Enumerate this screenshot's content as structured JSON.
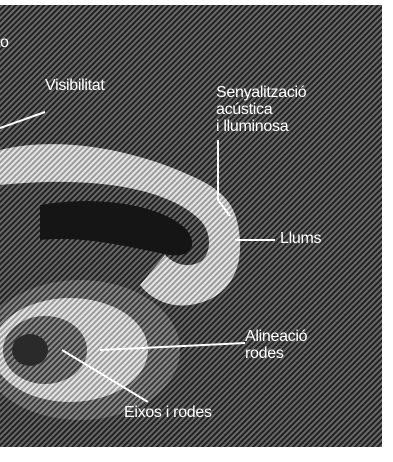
{
  "labels": {
    "corner_fragment": "o",
    "visibilitat": "Visibilitat",
    "senyalitzacio": "Senyalització\nacústica\ni lluminosa",
    "llums": "Llums",
    "alineacio": "Alineació\nrodes",
    "eixos": "Eixos i rodes"
  },
  "colors": {
    "background": "#1b1b1b",
    "texture": "#5a5a5a",
    "highlight": "#d8d8d8",
    "label": "#ffffff",
    "margin": "#ffffff"
  }
}
